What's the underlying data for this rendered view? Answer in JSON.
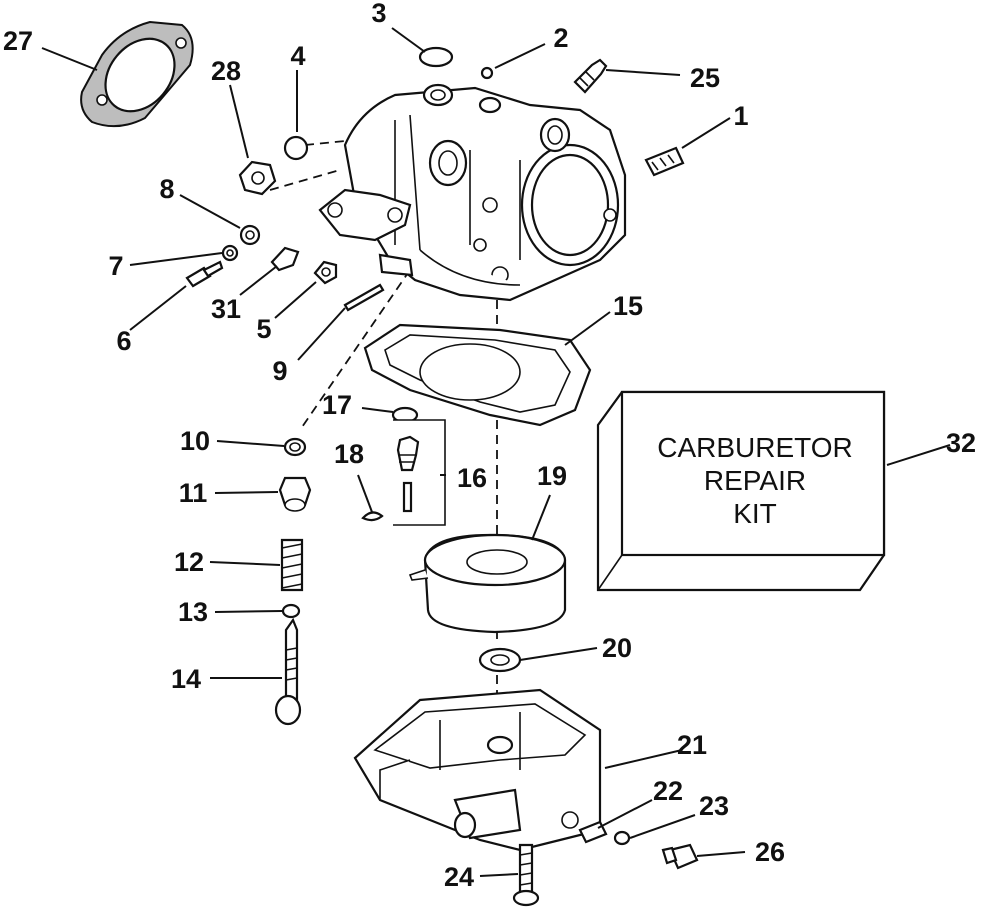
{
  "parts": {
    "p1": "1",
    "p2": "2",
    "p3": "3",
    "p4": "4",
    "p5": "5",
    "p6": "6",
    "p7": "7",
    "p8": "8",
    "p9": "9",
    "p10": "10",
    "p11": "11",
    "p12": "12",
    "p13": "13",
    "p14": "14",
    "p15": "15",
    "p16": "16",
    "p17": "17",
    "p18": "18",
    "p19": "19",
    "p20": "20",
    "p21": "21",
    "p22": "22",
    "p23": "23",
    "p24": "24",
    "p25": "25",
    "p26": "26",
    "p27": "27",
    "p28": "28",
    "p31": "31",
    "p32": "32"
  },
  "kit": {
    "line1": "CARBURETOR",
    "line2": "REPAIR",
    "line3": "KIT"
  }
}
